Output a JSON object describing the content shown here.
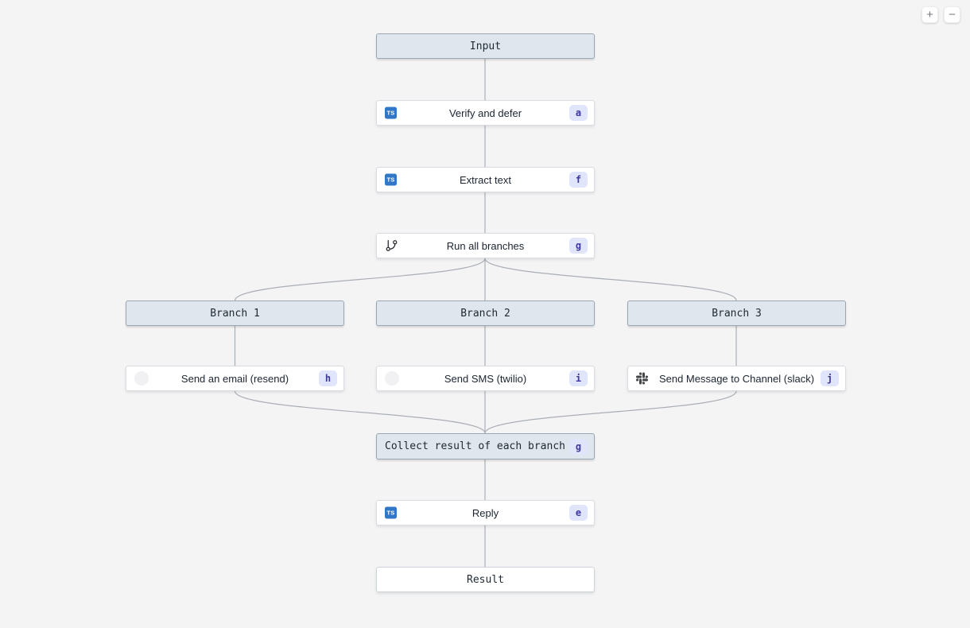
{
  "canvas": {
    "background": "#f4f4f5",
    "edge_color": "#a9aeb5"
  },
  "zoom_controls": {
    "zoom_in": "+",
    "zoom_out": "−"
  },
  "colors": {
    "header_fill": "#dfe6ed",
    "header_border": "#9aa6b2",
    "task_fill": "#ffffff",
    "task_border": "#d9dce0",
    "badge_bg": "#e1e5fb",
    "badge_text": "#3c38a0",
    "typescript_blue": "#3177c5",
    "slack_icon": "#45474b"
  },
  "nodes": [
    {
      "id": "input",
      "type": "header",
      "label": "Input"
    },
    {
      "id": "verify",
      "type": "task",
      "label": "Verify and defer",
      "icon": "typescript-icon",
      "badge": "a"
    },
    {
      "id": "extract",
      "type": "task",
      "label": "Extract text",
      "icon": "typescript-icon",
      "badge": "f"
    },
    {
      "id": "run",
      "type": "task",
      "label": "Run all branches",
      "icon": "git-branch-icon",
      "badge": "g"
    },
    {
      "id": "branch1",
      "type": "header",
      "label": "Branch 1"
    },
    {
      "id": "branch2",
      "type": "header",
      "label": "Branch 2"
    },
    {
      "id": "branch3",
      "type": "header",
      "label": "Branch 3"
    },
    {
      "id": "email",
      "type": "task",
      "label": "Send an email (resend)",
      "icon": "resend-icon",
      "badge": "h"
    },
    {
      "id": "sms",
      "type": "task",
      "label": "Send SMS (twilio)",
      "icon": "twilio-icon",
      "badge": "i"
    },
    {
      "id": "slack",
      "type": "task",
      "label": "Send Message to Channel (slack)",
      "icon": "slack-icon",
      "badge": "j"
    },
    {
      "id": "collect",
      "type": "header",
      "label": "Collect result of each branch",
      "badge": "g"
    },
    {
      "id": "reply",
      "type": "task",
      "label": "Reply",
      "icon": "typescript-icon",
      "badge": "e"
    },
    {
      "id": "result",
      "type": "result",
      "label": "Result"
    }
  ],
  "ts_icon_text": "TS"
}
